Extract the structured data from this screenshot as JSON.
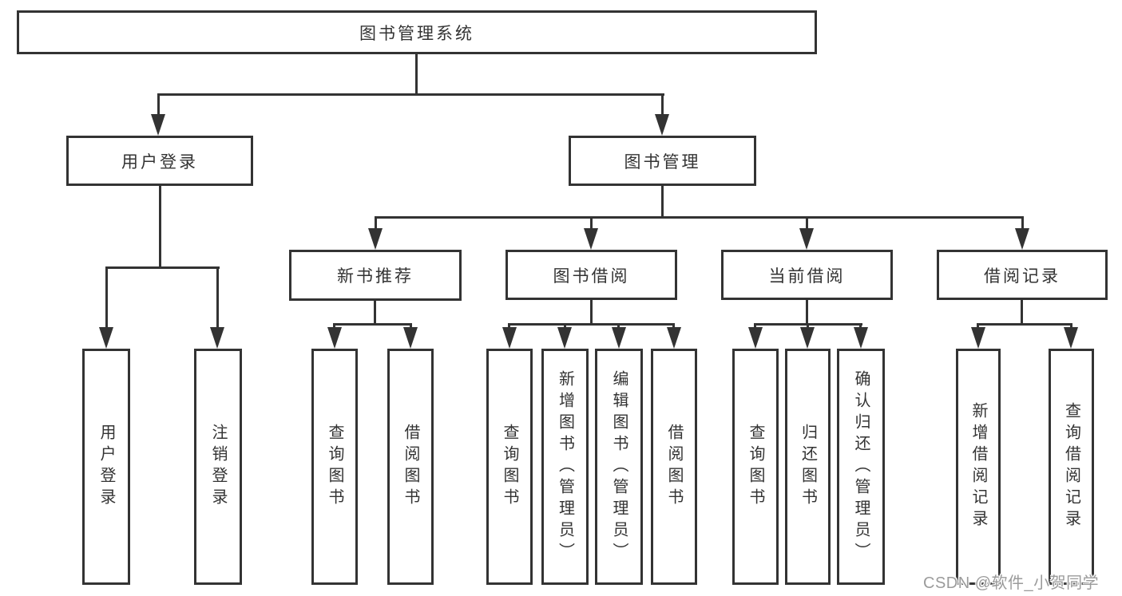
{
  "diagram": {
    "title": "图书管理系统",
    "branches": [
      {
        "label": "用户登录",
        "children": [
          {
            "label": "用户登录"
          },
          {
            "label": "注销登录"
          }
        ]
      },
      {
        "label": "图书管理",
        "children": [
          {
            "label": "新书推荐",
            "children": [
              {
                "label": "查询图书"
              },
              {
                "label": "借阅图书"
              }
            ]
          },
          {
            "label": "图书借阅",
            "children": [
              {
                "label": "查询图书"
              },
              {
                "label": "新增图书（管理员）"
              },
              {
                "label": "编辑图书（管理员）"
              },
              {
                "label": "借阅图书"
              }
            ]
          },
          {
            "label": "当前借阅",
            "children": [
              {
                "label": "查询图书"
              },
              {
                "label": "归还图书"
              },
              {
                "label": "确认归还（管理员）"
              }
            ]
          },
          {
            "label": "借阅记录",
            "children": [
              {
                "label": "新增借阅记录"
              },
              {
                "label": "查询借阅记录"
              }
            ]
          }
        ]
      }
    ]
  },
  "watermark": {
    "text": "CSDN @软件_小贺同学"
  },
  "colors": {
    "line": "#333333",
    "box_bg": "#ffffff",
    "text": "#333333",
    "watermark": "#9b9b9b"
  }
}
